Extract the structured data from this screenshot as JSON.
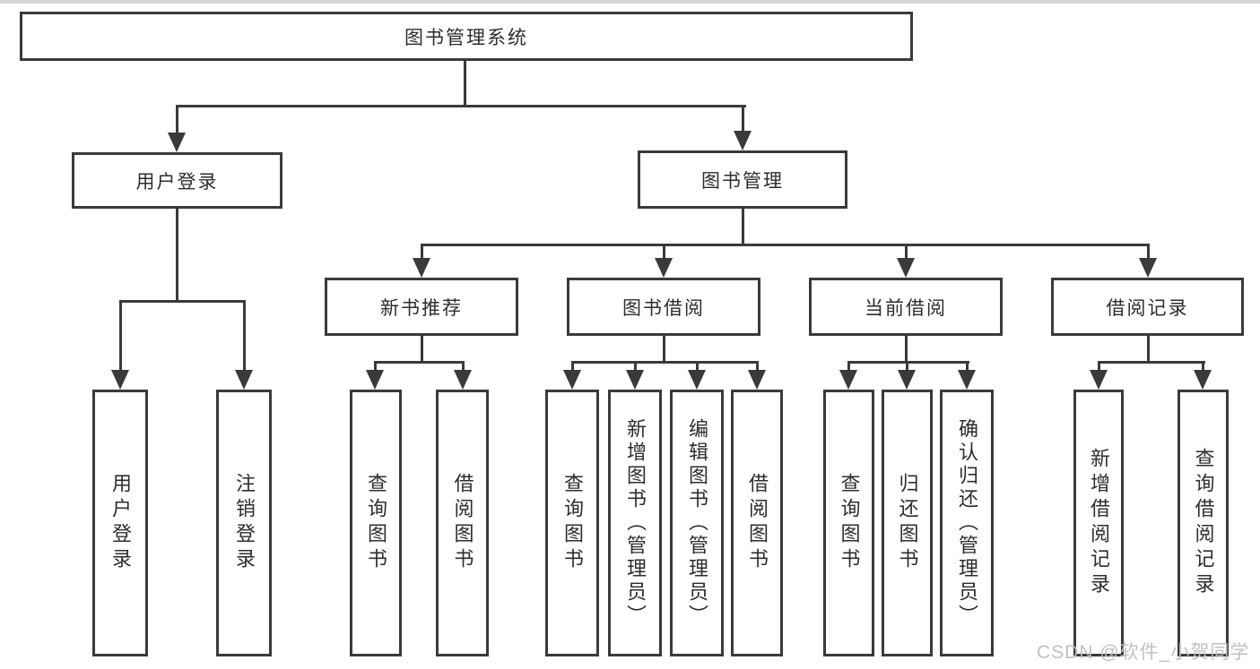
{
  "diagram": {
    "root": "图书管理系统",
    "login_branch": {
      "label": "用户登录",
      "children": [
        "用户登录",
        "注销登录"
      ]
    },
    "management_branch": {
      "label": "图书管理",
      "sections": [
        {
          "label": "新书推荐",
          "children": [
            "查询图书",
            "借阅图书"
          ]
        },
        {
          "label": "图书借阅",
          "children": [
            "查询图书",
            "新增图书（管理员）",
            "编辑图书（管理员）",
            "借阅图书"
          ]
        },
        {
          "label": "当前借阅",
          "children": [
            "查询图书",
            "归还图书",
            "确认归还（管理员）"
          ]
        },
        {
          "label": "借阅记录",
          "children": [
            "新增借阅记录",
            "查询借阅记录"
          ]
        }
      ]
    },
    "watermark": "CSDN @软件_小贺同学",
    "colors": {
      "line": "#3a3a3a",
      "text": "#2d2d2d",
      "box_background": "#ffffff",
      "watermark": "#bebebe",
      "top_strip": "#d8d8d8"
    }
  }
}
